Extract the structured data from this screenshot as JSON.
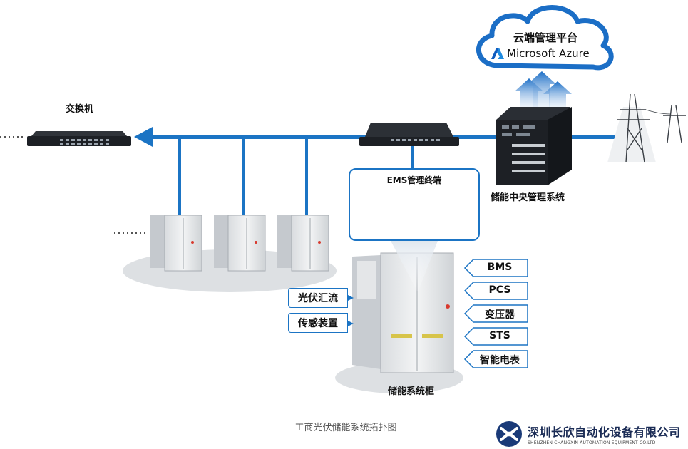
{
  "cloud": {
    "title": "云端管理平台",
    "brand": "Microsoft Azure"
  },
  "switch_left_label": "交换机",
  "ems": {
    "title": "EMS管理终端"
  },
  "controller_label": "储能中央管理系统",
  "cabinet_label": "储能系统柜",
  "left_tags": [
    "光伏汇流",
    "传感装置"
  ],
  "right_tags": [
    "BMS",
    "PCS",
    "变压器",
    "STS",
    "智能电表"
  ],
  "caption": "工商光伏储能系统拓扑图",
  "company": {
    "name_cn": "深圳长欣自动化设备有限公司",
    "name_en": "SHENZHEN CHANGXIN AUTOMATION EQUIPMENT CO.LTD"
  },
  "colors": {
    "line": "#1b74c4",
    "cloud": "#1b6ec6",
    "dark": "#1f2329"
  }
}
